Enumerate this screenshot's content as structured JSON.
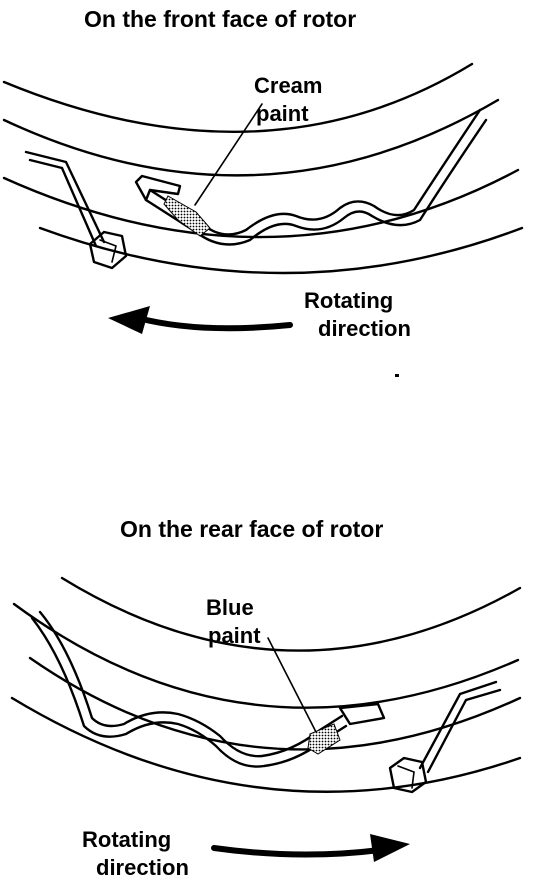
{
  "top": {
    "title": "On the front face of rotor",
    "paint_line1": "Cream",
    "paint_line2": "paint",
    "rotation_line1": "Rotating",
    "rotation_line2": "direction",
    "rotation_arrow": "left"
  },
  "bottom": {
    "title": "On the rear face of rotor",
    "paint_line1": "Blue",
    "paint_line2": "paint",
    "rotation_line1": "Rotating",
    "rotation_line2": "direction",
    "rotation_arrow": "right"
  },
  "colors": {
    "ink": "#000000",
    "background": "#ffffff"
  }
}
